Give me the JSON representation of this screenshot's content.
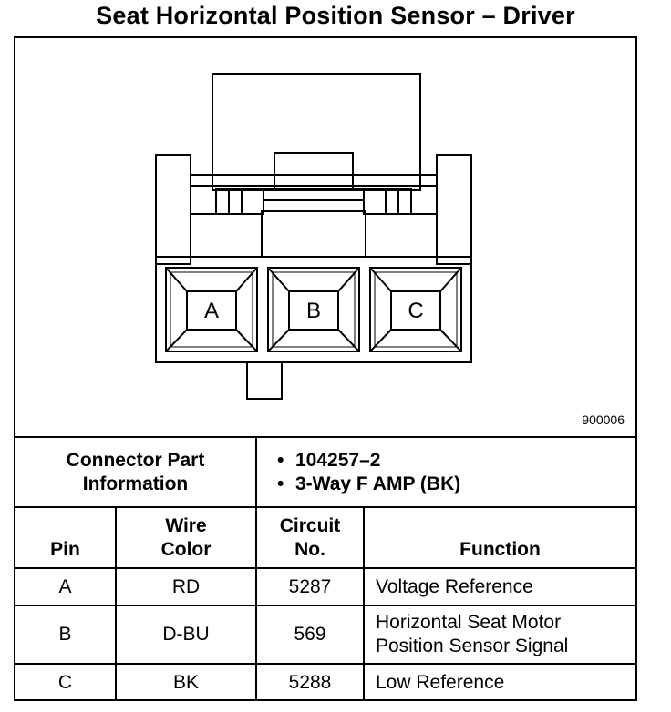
{
  "title": "Seat Horizontal Position Sensor – Driver",
  "figure_id": "900006",
  "connector": {
    "header": "Connector Part Information",
    "part_items": [
      "104257–2",
      "3-Way F AMP (BK)"
    ]
  },
  "pin_labels": [
    "A",
    "B",
    "C"
  ],
  "columns": {
    "pin": "Pin",
    "wire_color": "Wire Color",
    "circuit_no": "Circuit No.",
    "function": "Function"
  },
  "rows": [
    {
      "pin": "A",
      "wire_color": "RD",
      "circuit": "5287",
      "function": "Voltage Reference"
    },
    {
      "pin": "B",
      "wire_color": "D-BU",
      "circuit": "569",
      "function": "Horizontal Seat Motor Position Sensor Signal"
    },
    {
      "pin": "C",
      "wire_color": "BK",
      "circuit": "5288",
      "function": "Low Reference"
    }
  ]
}
